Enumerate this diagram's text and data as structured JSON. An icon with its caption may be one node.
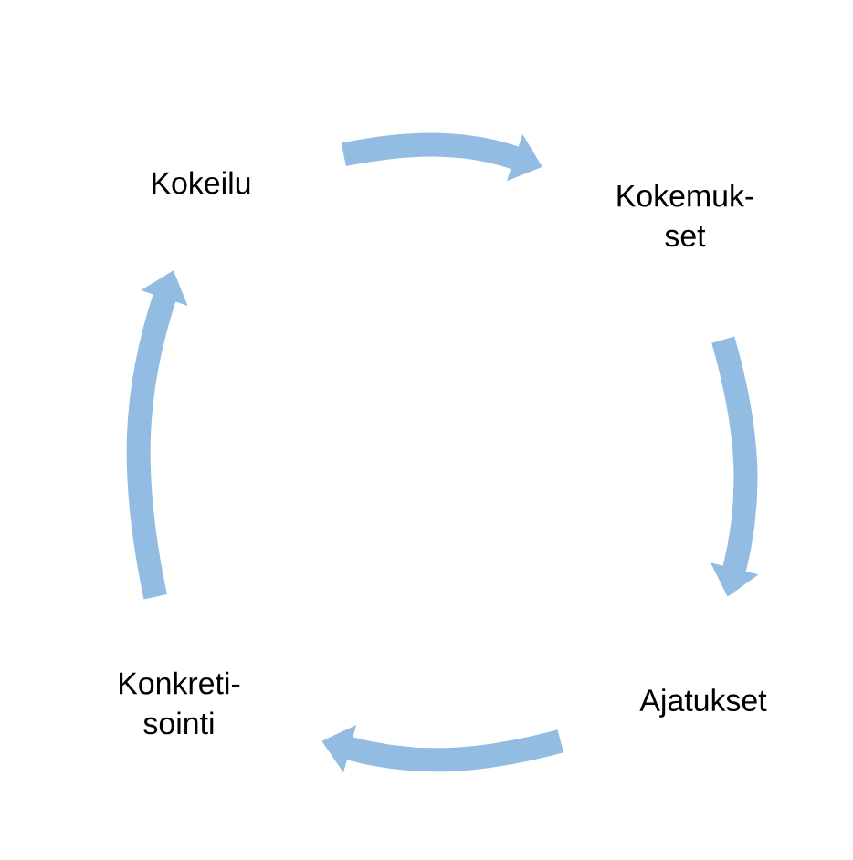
{
  "diagram": {
    "nodes": [
      {
        "text": [
          "Kokeilu"
        ]
      },
      {
        "text": [
          "Kokemuk- set"
        ]
      },
      {
        "text": [
          "Ajatukset"
        ]
      },
      {
        "text": [
          "Konkreti- sointi"
        ]
      }
    ],
    "edges": [
      {
        "from": 0,
        "to": 1,
        "arrow": "to"
      },
      {
        "from": 1,
        "to": 2,
        "arrow": "to"
      },
      {
        "from": 2,
        "to": 3,
        "arrow": "to"
      },
      {
        "from": 3,
        "to": 0,
        "arrow": "to"
      }
    ]
  }
}
